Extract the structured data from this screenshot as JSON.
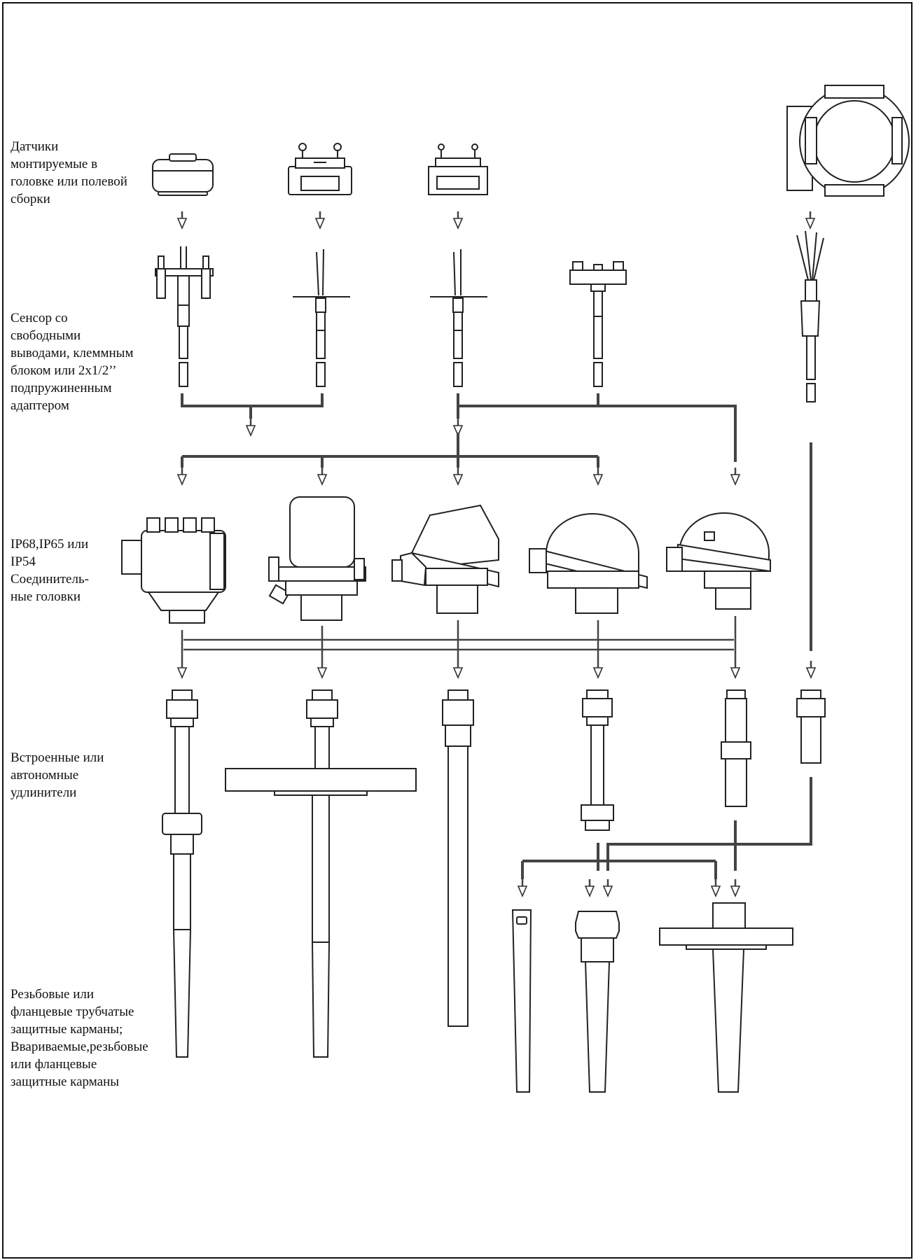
{
  "labels": [
    {
      "lines": [
        "Датчики",
        "монтируемые в",
        "головке или полевой",
        "сборки"
      ]
    },
    {
      "lines": [
        "Сенсор со",
        "свободными",
        "выводами, клеммным",
        "блоком или 2x1/2’’",
        "подпружиненным",
        "адаптером"
      ]
    },
    {
      "lines": [
        "IP68,IP65 или",
        "IP54",
        "Соединитель-",
        "ные головки"
      ]
    },
    {
      "lines": [
        "Встроенные или",
        "автономные",
        "удлинители"
      ]
    },
    {
      "lines": [
        "Резьбовые или",
        "фланцевые трубчатые",
        "защитные карманы;",
        "Ввариваемые,резьбовые",
        "или фланцевые",
        "защитные карманы"
      ]
    }
  ],
  "icons": {
    "transmitters": [
      "head-transmitter-icon",
      "terminal-transmitter-icon",
      "terminal-transmitter-icon",
      "field-housing-icon"
    ],
    "sensors": [
      "sensor-spring-leads-icon",
      "sensor-flying-leads-icon",
      "sensor-flying-leads-icon",
      "sensor-terminal-block-icon",
      "sensor-cable-leads-icon"
    ],
    "heads": [
      "terminal-head-ip68-icon",
      "terminal-head-tall-icon",
      "terminal-head-hinged-icon",
      "terminal-head-dome-icon",
      "terminal-head-compact-icon"
    ],
    "extensions": [
      "extension-long-icon",
      "extension-flanged-icon",
      "extension-straight-icon",
      "extension-nipple-icon",
      "extension-union-icon",
      "extension-short-icon"
    ],
    "thermowells": [
      "thermowell-weld-in-icon",
      "thermowell-threaded-icon",
      "thermowell-flanged-icon"
    ]
  }
}
